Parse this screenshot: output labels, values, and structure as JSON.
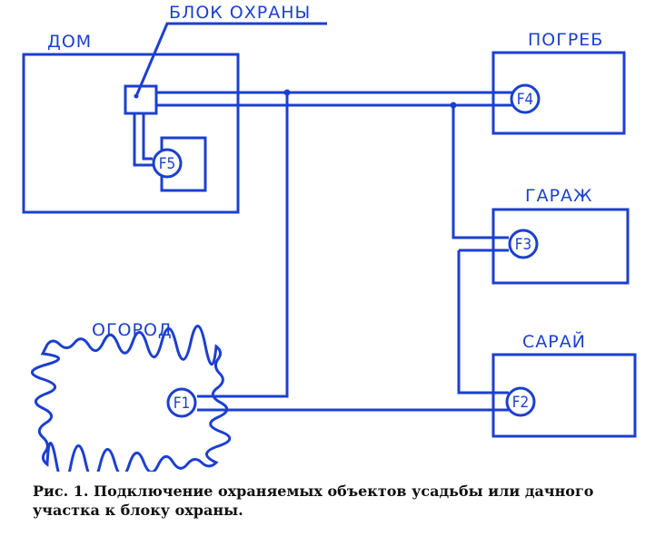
{
  "labels": {
    "house": "ДОМ",
    "security_unit": "БЛОК ОХРАНЫ",
    "cellar": "ПОГРЕБ",
    "garage": "ГАРАЖ",
    "garden": "ОГОРОД",
    "shed": "САРАЙ"
  },
  "sensors": {
    "f1": "F1",
    "f2": "F2",
    "f3": "F3",
    "f4": "F4",
    "f5": "F5"
  },
  "caption": "Рис. 1. Подключение охраняемых объектов усадьбы или дачного участка к блоку охраны.",
  "colors": {
    "ink": "#1c3fd0",
    "caption": "#111111"
  }
}
